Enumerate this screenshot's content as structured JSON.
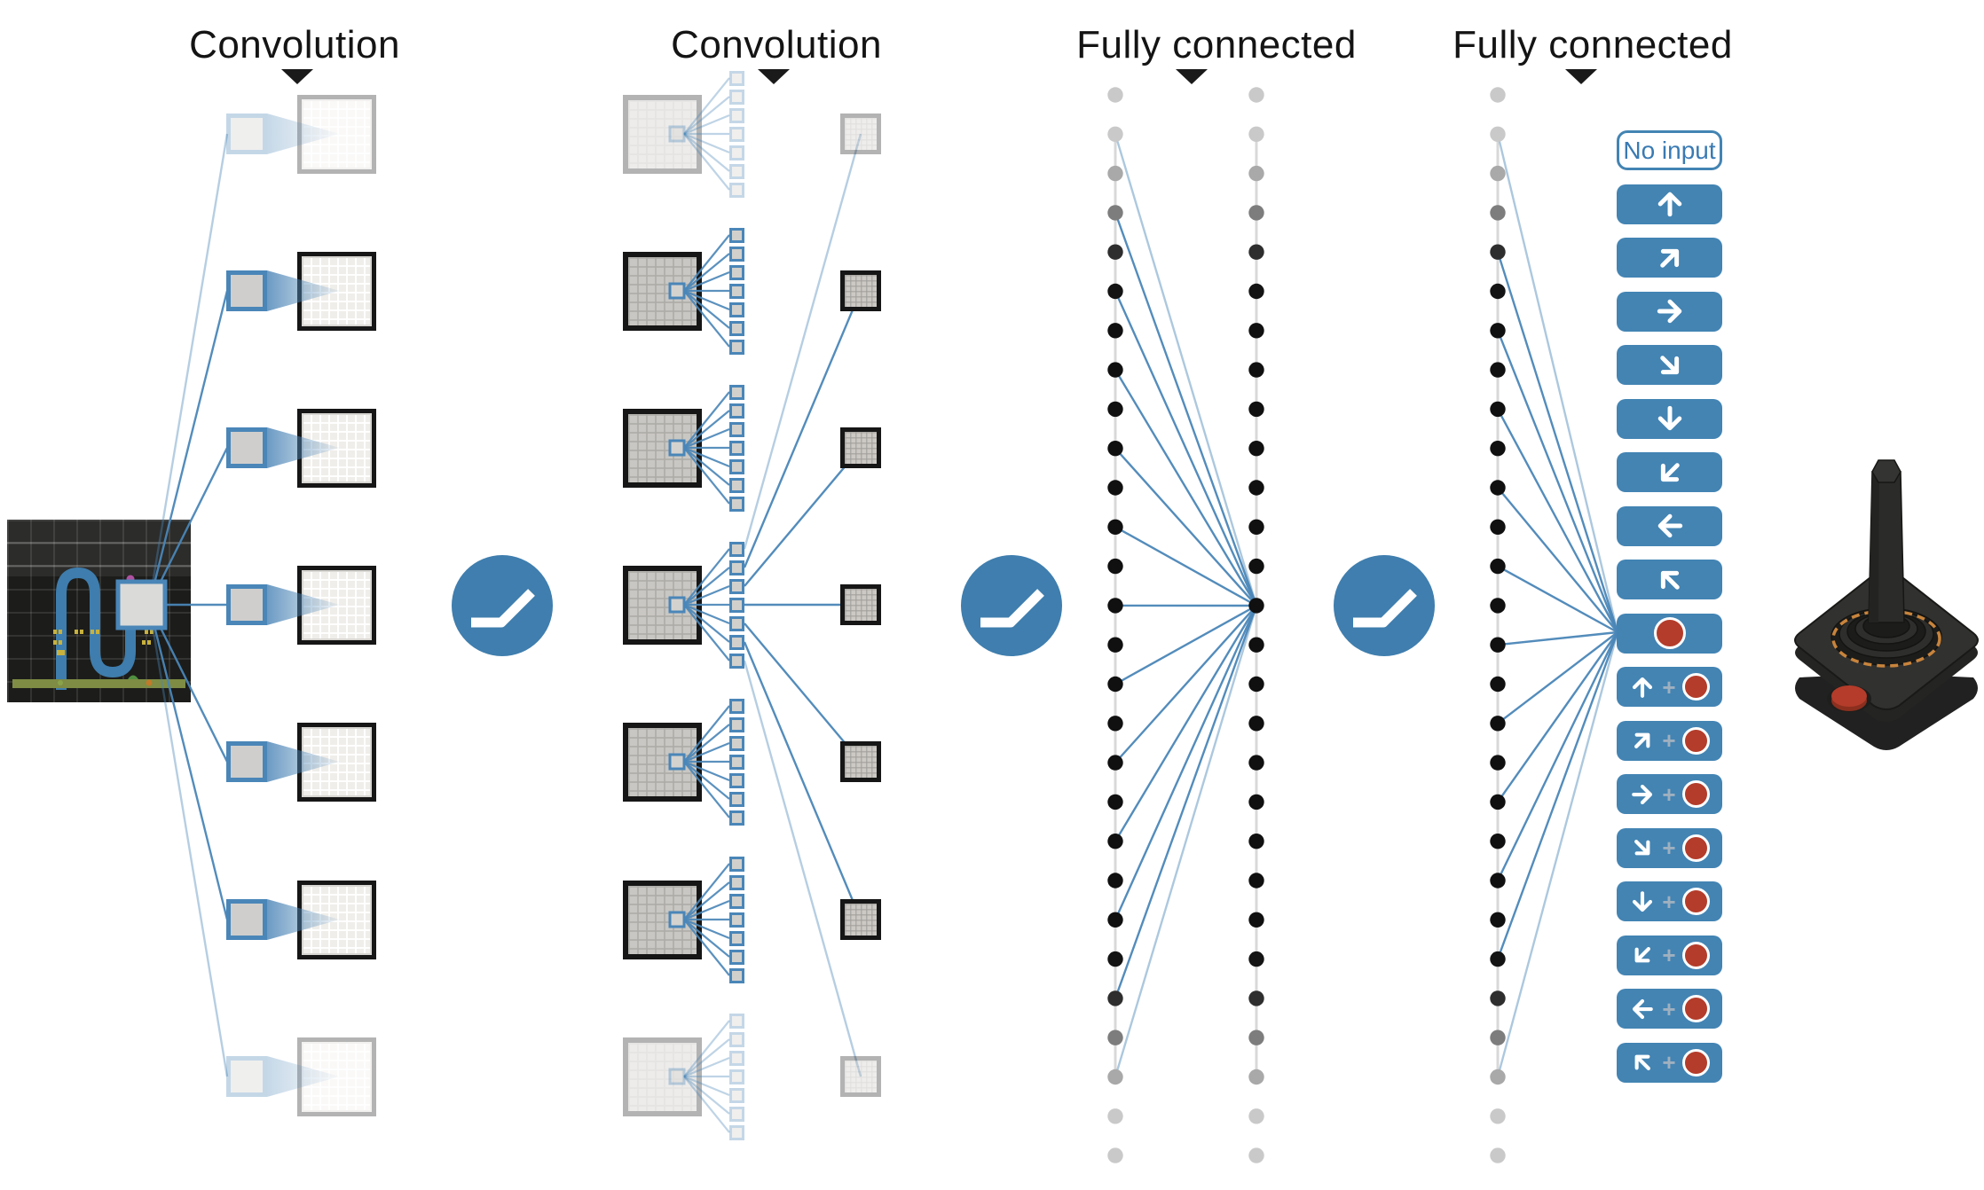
{
  "figure": {
    "layer_labels": [
      {
        "id": "conv1",
        "text": "Convolution"
      },
      {
        "id": "conv2",
        "text": "Convolution"
      },
      {
        "id": "fc1",
        "text": "Fully connected"
      },
      {
        "id": "fc2",
        "text": "Fully connected"
      }
    ]
  },
  "actions": {
    "no_input_label": "No input",
    "plus": "+",
    "list": [
      {
        "name": "no-input",
        "kind": "label"
      },
      {
        "name": "up",
        "kind": "arrow",
        "angle": -90
      },
      {
        "name": "up-right",
        "kind": "arrow",
        "angle": -45
      },
      {
        "name": "right",
        "kind": "arrow",
        "angle": 0
      },
      {
        "name": "down-right",
        "kind": "arrow",
        "angle": 45
      },
      {
        "name": "down",
        "kind": "arrow",
        "angle": 90
      },
      {
        "name": "down-left",
        "kind": "arrow",
        "angle": 135
      },
      {
        "name": "left",
        "kind": "arrow",
        "angle": 180
      },
      {
        "name": "up-left",
        "kind": "arrow",
        "angle": -135
      },
      {
        "name": "fire",
        "kind": "fire"
      },
      {
        "name": "up-fire",
        "kind": "arrow-fire",
        "angle": -90
      },
      {
        "name": "up-right-fire",
        "kind": "arrow-fire",
        "angle": -45
      },
      {
        "name": "right-fire",
        "kind": "arrow-fire",
        "angle": 0
      },
      {
        "name": "down-right-fire",
        "kind": "arrow-fire",
        "angle": 45
      },
      {
        "name": "down-fire",
        "kind": "arrow-fire",
        "angle": 90
      },
      {
        "name": "down-left-fire",
        "kind": "arrow-fire",
        "angle": 135
      },
      {
        "name": "left-fire",
        "kind": "arrow-fire",
        "angle": 180
      },
      {
        "name": "up-left-fire",
        "kind": "arrow-fire",
        "angle": -135
      }
    ]
  },
  "network": {
    "conv1_feature_map_rows": 7,
    "conv2_feature_map_rows": 7,
    "conv2_filter_squares_per_fan": 7,
    "fully_connected_columns": 3,
    "dots_per_column": 28,
    "relu_symbols": 3
  },
  "colors": {
    "accent_blue": "#4a86b8",
    "relu_blue": "#3f7eae",
    "button_blue": "#4384b3",
    "fire_red": "#b43c2a",
    "joystick_ring_orange": "#c8843c",
    "label_black": "#141414"
  }
}
